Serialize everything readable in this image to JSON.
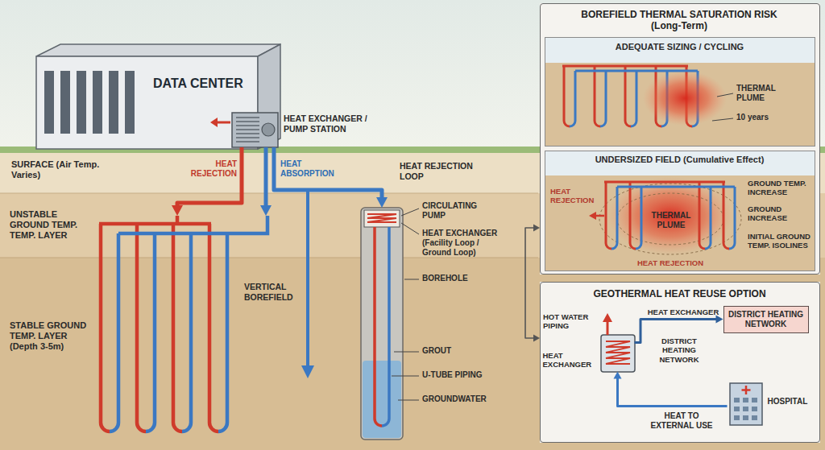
{
  "diagram": {
    "nodes": [
      {
        "text": [
          "DATA CENTER"
        ]
      },
      {
        "text": [
          "HEAT EXCHANGER / PUMP STATION"
        ]
      },
      {
        "text": [
          "VERTICAL BOREFIELD"
        ]
      },
      {
        "text": [
          "BOREHOLE"
        ]
      },
      {
        "text": [
          "BOREFIELD THERMAL SATURATION RISK (Long-Term)"
        ]
      },
      {
        "text": [
          "ADEQUATE SIZING / CYCLING"
        ],
        "in": 4
      },
      {
        "text": [
          "UNDERSIZED FIELD (Cumulative Effect)"
        ],
        "in": 4
      },
      {
        "text": [
          "GEOTHERMAL HEAT REUSE OPTION"
        ]
      },
      {
        "text": [
          "HEAT EXCHANGER"
        ],
        "in": 7
      },
      {
        "text": [
          "DISTRICT HEATING NETWORK"
        ],
        "in": 7
      },
      {
        "text": [
          "HOSPITAL"
        ],
        "in": 7
      }
    ],
    "edges": [
      {
        "from": 1,
        "to": 2,
        "label": "HEAT REJECTION",
        "arrow": "to"
      },
      {
        "from": 1,
        "to": 2,
        "label": "HEAT ABSORPTION",
        "arrow": "to"
      },
      {
        "from": 1,
        "to": 3,
        "label": "HEAT REJECTION LOOP",
        "arrow": "to"
      },
      {
        "from": 4,
        "to": 7,
        "arrow": "both"
      },
      {
        "from": 8,
        "to": 9,
        "label": "HEAT EXCHANGER",
        "arrow": "to"
      },
      {
        "from": 10,
        "to": 8,
        "label": "HEAT TO EXTERNAL USE",
        "arrow": "to"
      }
    ],
    "labels": [
      "SURFACE (Air Temp. Varies)",
      "UNSTABLE GROUND TEMP. TEMP. LAYER",
      "STABLE GROUND TEMP. LAYER (Depth 3-5m)",
      "CIRCULATING PUMP",
      "HEAT EXCHANGER (Facility Loop / Ground Loop)",
      "GROUT",
      "U-TUBE PIPING",
      "GROUNDWATER",
      "THERMAL PLUME",
      "10 years",
      "HEAT REJECTION",
      "THERMAL PLUME",
      "GROUND TEMP. INCREASE",
      "GROUND INCREASE",
      "INITIAL GROUND TEMP. ISOLINES",
      "HEAT REJECTION",
      "HOT WATER PIPING",
      "DISTRICT HEATING NETWORK"
    ]
  }
}
